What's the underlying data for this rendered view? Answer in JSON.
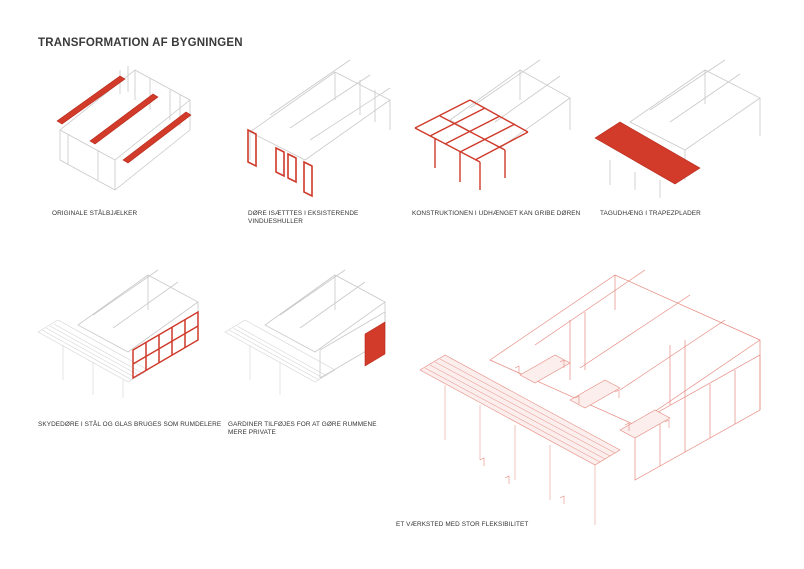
{
  "title": "TRANSFORMATION AF BYGNINGEN",
  "captions": {
    "c1": "ORIGINALE STÅLBJÆLKER",
    "c2": "DØRE ISÆTTTES I EKSISTERENDE VINDUESHULLER",
    "c3": "KONSTRUKTIONEN I UDHÆNGET KAN GRIBE DØREN",
    "c4": "TAGUDHÆNG I TRAPEZPLADER",
    "c5": "SKYDEDØRE I STÅL OG GLAS BRUGES SOM RUMDELERE",
    "c6": "GARDINER TILFØJES FOR AT GØRE RUMMENE MERE PRIVATE",
    "c7": "ET VÆRKSTED MED STOR FLEKSIBILITET"
  },
  "colors": {
    "accent": "#d23a2a",
    "line": "#c9c9c9",
    "pink": "#e58a80"
  }
}
